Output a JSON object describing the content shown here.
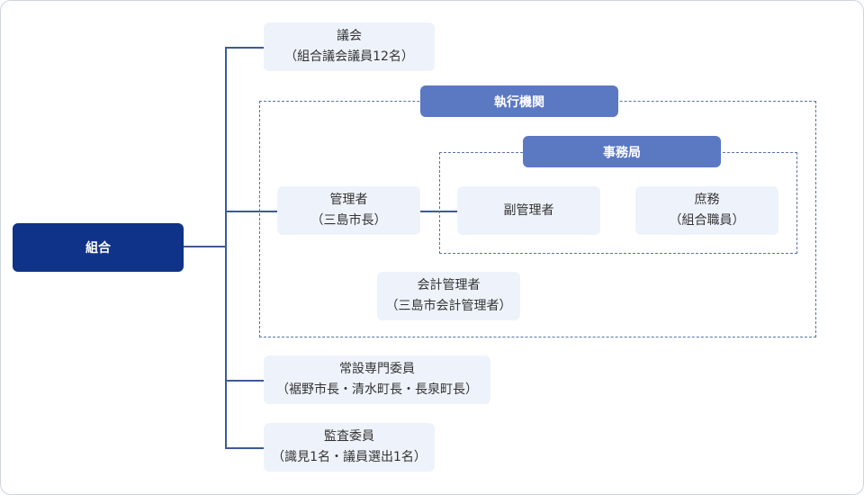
{
  "root": {
    "label": "組合"
  },
  "assembly": {
    "title": "議会",
    "sub": "（組合議会議員12名）"
  },
  "executive": {
    "header": "執行機関"
  },
  "secretariat": {
    "header": "事務局"
  },
  "manager": {
    "title": "管理者",
    "sub": "（三島市長）"
  },
  "deputy": {
    "title": "副管理者"
  },
  "general_affairs": {
    "title": "庶務",
    "sub": "（組合職員）"
  },
  "accounting": {
    "title": "会計管理者",
    "sub": "（三島市会計管理者）"
  },
  "standing_committee": {
    "title": "常設専門委員",
    "sub": "（裾野市長・清水町長・長泉町長）"
  },
  "audit": {
    "title": "監査委員",
    "sub": "（識見1名・議員選出1名）"
  },
  "colors": {
    "root": "#0f3388",
    "header": "#5b78c3",
    "box": "#eef3fb",
    "line": "#3d5a96"
  }
}
